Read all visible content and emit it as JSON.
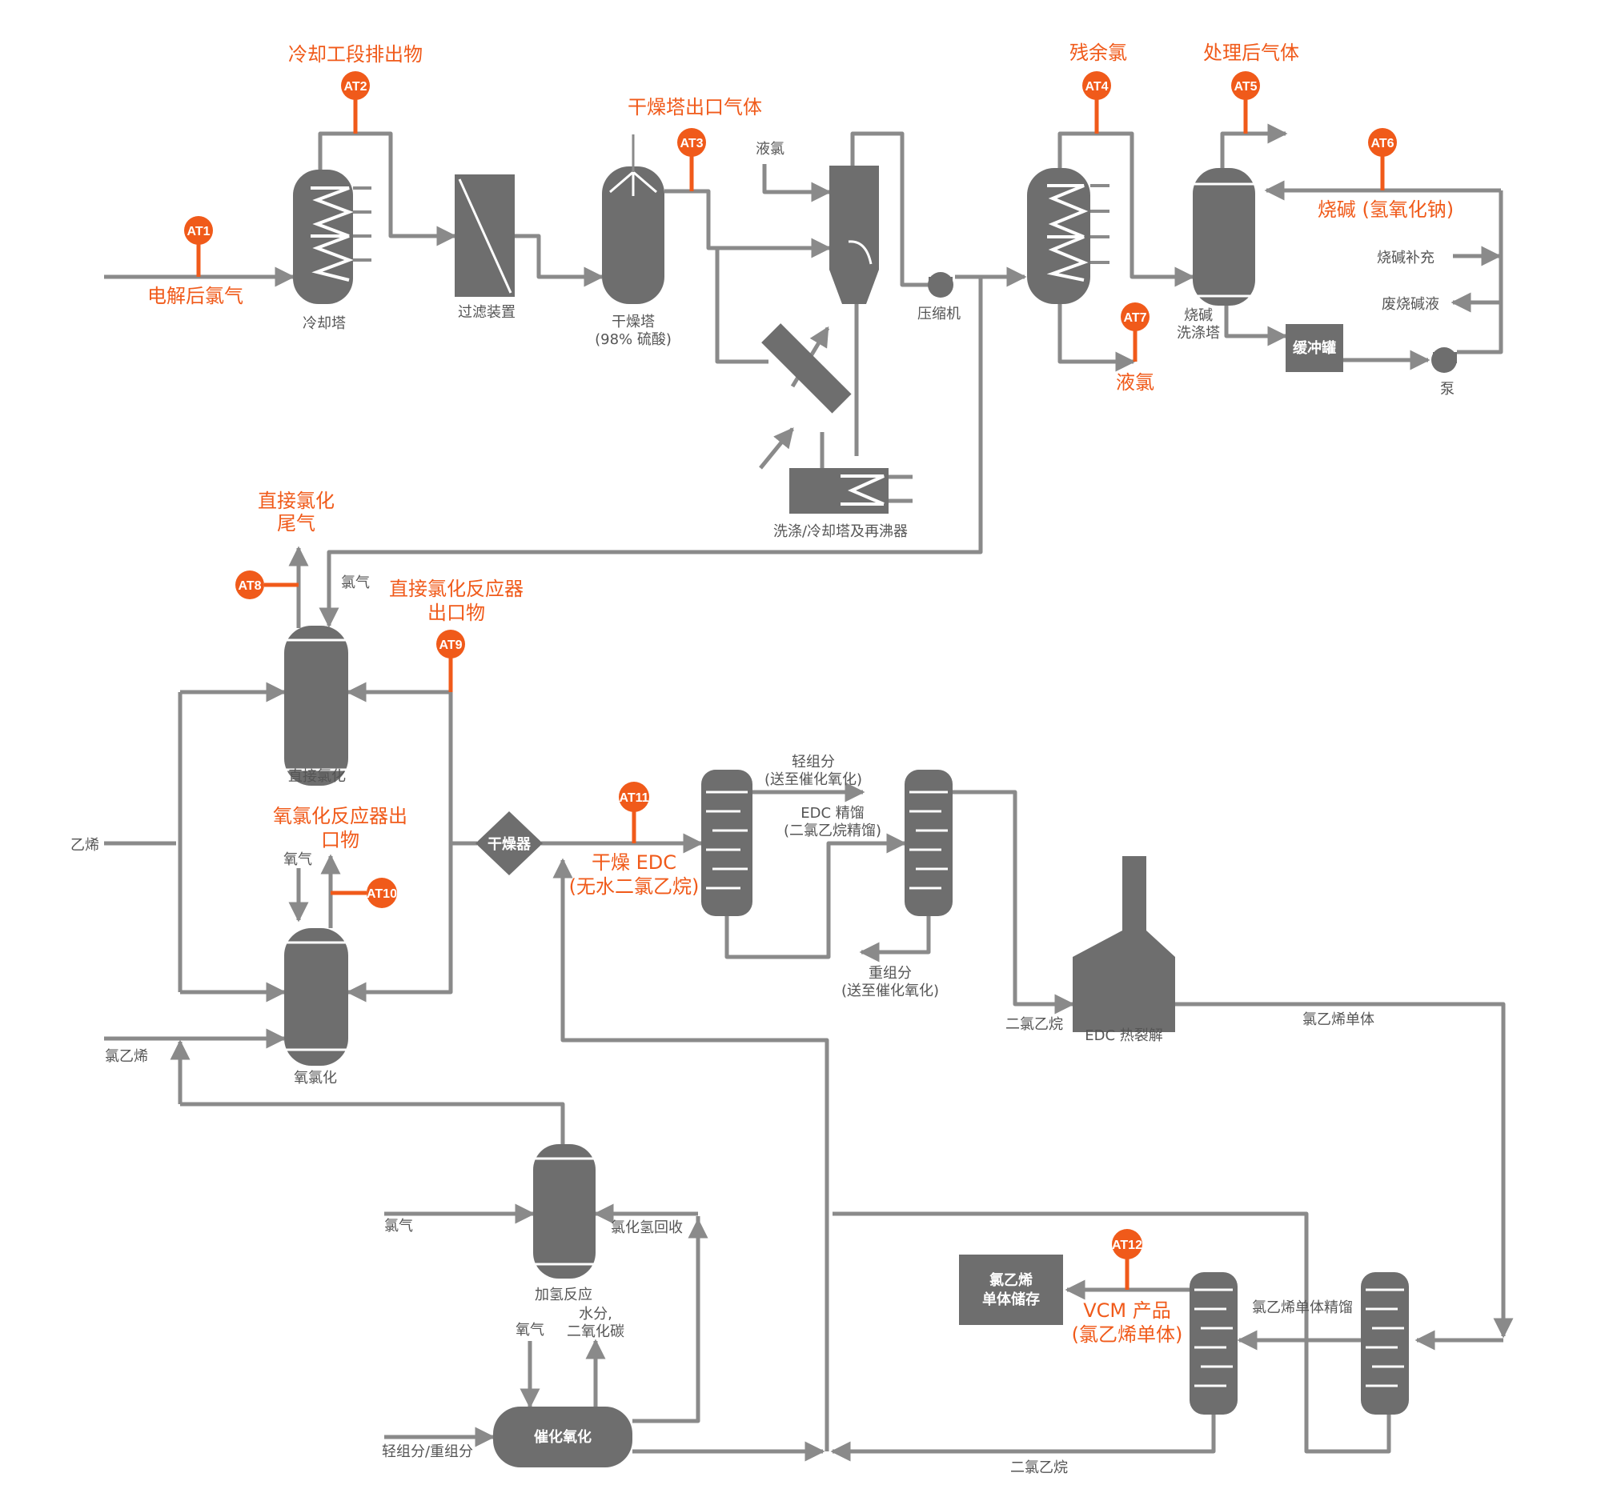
{
  "colors": {
    "pipe": "#8a8a8a",
    "equipment": "#6e6e6e",
    "analyzer": "#f05a1a",
    "text": "#555555"
  },
  "analyzers": {
    "at1": {
      "tag": "AT1",
      "label": "电解后氯气"
    },
    "at2": {
      "tag": "AT2",
      "label": "冷却工段排出物"
    },
    "at3": {
      "tag": "AT3",
      "label": "干燥塔出口气体"
    },
    "at4": {
      "tag": "AT4",
      "label": "残余氯"
    },
    "at5": {
      "tag": "AT5",
      "label": "处理后气体"
    },
    "at6": {
      "tag": "AT6",
      "label": "烧碱 (氢氧化钠)"
    },
    "at7": {
      "tag": "AT7",
      "label": "液氯"
    },
    "at8": {
      "tag": "AT8",
      "label_line1": "直接氯化",
      "label_line2": "尾气"
    },
    "at9": {
      "tag": "AT9",
      "label_line1": "直接氯化反应器",
      "label_line2": "出口物"
    },
    "at10": {
      "tag": "AT10",
      "label_line1": "氧氯化反应器出",
      "label_line2": "口物"
    },
    "at11": {
      "tag": "AT11",
      "label_line1": "干燥 EDC",
      "label_line2": "(无水二氯乙烷)"
    },
    "at12": {
      "tag": "AT12",
      "label_line1": "VCM 产品",
      "label_line2": "(氯乙烯单体)"
    }
  },
  "equipment": {
    "cooling_tower": "冷却塔",
    "filter": "过滤装置",
    "drying_tower": {
      "line1": "干燥塔",
      "line2": "(98% 硫酸)"
    },
    "compressor": "压缩机",
    "wash_reboiler": "洗涤/冷却塔及再沸器",
    "caustic_scrubber": {
      "line1": "烧碱",
      "line2": "洗涤塔"
    },
    "buffer_tank": "缓冲罐",
    "pump": "泵",
    "direct_chlorination": "直接氯化",
    "oxychlorination": "氧氯化",
    "dryer": "干燥器",
    "cracking": "EDC 热裂解",
    "hydrogenation": "加氢反应",
    "catalytic_oxidation": "催化氧化",
    "vcm_storage": {
      "line1": "氯乙烯",
      "line2": "单体储存"
    }
  },
  "streams": {
    "liquid_chlorine_in": "液氯",
    "caustic_makeup": "烧碱补充",
    "spent_caustic": "废烧碱液",
    "chlorine_gas_1": "氯气",
    "ethylene": "乙烯",
    "oxygen_1": "氧气",
    "vinyl_chloride_feed": "氯乙烯",
    "light_ends": {
      "line1": "轻组分",
      "line2": "(送至催化氧化)"
    },
    "edc_distillation": {
      "line1": "EDC 精馏",
      "line2": "(二氯乙烷精馏)"
    },
    "heavy_ends": {
      "line1": "重组分",
      "line2": "(送至催化氧化)"
    },
    "edc_to_cracking": "二氯乙烷",
    "vcm_monomer": "氯乙烯单体",
    "chlorine_gas_2": "氯气",
    "hcl_recovery": "氯化氢回收",
    "oxygen_2": "氧气",
    "water_co2": {
      "line1": "水分,",
      "line2": "二氧化碳"
    },
    "light_heavy_ends": "轻组分/重组分",
    "vcm_distillation": "氯乙烯单体精馏",
    "edc_recycle": "二氯乙烷"
  }
}
